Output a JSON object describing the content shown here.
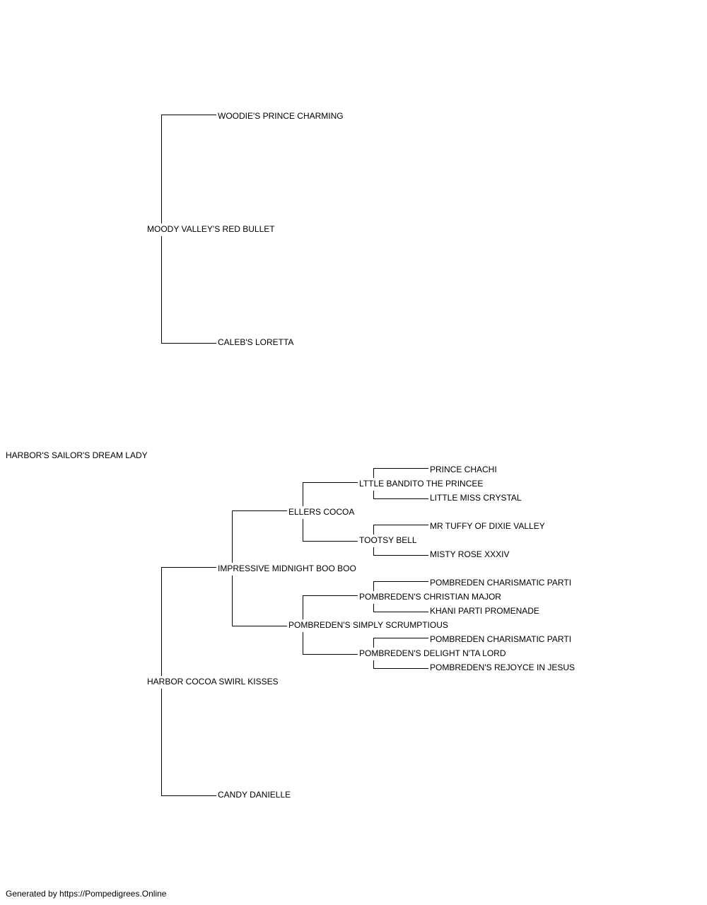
{
  "pedigree": {
    "subject": "HARBOR'S SAILOR'S DREAM LADY",
    "sire": "MOODY VALLEY'S RED BULLET",
    "sire_sire": "WOODIE'S PRINCE CHARMING",
    "sire_dam": "CALEB'S LORETTA",
    "dam": "HARBOR COCOA SWIRL KISSES",
    "dam_sire": "IMPRESSIVE MIDNIGHT BOO BOO",
    "dam_dam": "CANDY DANIELLE",
    "dam_sire_sire": "ELLERS COCOA",
    "dam_sire_dam": "POMBREDEN'S SIMPLY SCRUMPTIOUS",
    "dam_sire_sire_sire": "LTTLE BANDITO THE PRINCEE",
    "dam_sire_sire_dam": "TOOTSY BELL",
    "dam_sire_dam_sire": "POMBREDEN'S CHRISTIAN MAJOR",
    "dam_sire_dam_dam": "POMBREDEN'S DELIGHT N'TA LORD",
    "dam_sire_sire_sire_sire": "PRINCE CHACHI",
    "dam_sire_sire_sire_dam": "LITTLE MISS CRYSTAL",
    "dam_sire_sire_dam_sire": "MR TUFFY OF DIXIE VALLEY",
    "dam_sire_sire_dam_dam": "MISTY ROSE XXXIV",
    "dam_sire_dam_sire_sire": "POMBREDEN CHARISMATIC PARTI",
    "dam_sire_dam_sire_dam": "KHANI PARTI PROMENADE",
    "dam_sire_dam_dam_sire": "POMBREDEN CHARISMATIC PARTI",
    "dam_sire_dam_dam_dam": "POMBREDEN'S REJOYCE IN JESUS"
  },
  "footer": {
    "credit": "Generated by https://Pompedigrees.Online"
  },
  "colors": {
    "line": "#000000",
    "text": "#000000",
    "background": "#ffffff"
  }
}
